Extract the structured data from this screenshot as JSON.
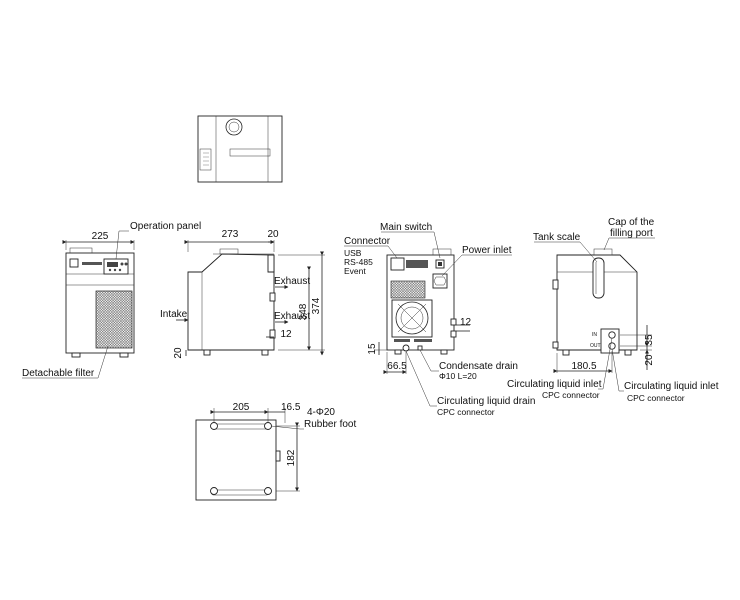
{
  "dimensions": {
    "front_width": "225",
    "side_depth": "273",
    "side_top_offset": "20",
    "side_height_inner": "348",
    "side_height_total": "374",
    "side_exhaust_gap": "12",
    "side_foot_height": "20",
    "rear_right_gap": "12",
    "rear_bottom_gap": "15",
    "rear_drain_offset": "66.5",
    "right_conn_height": "35",
    "right_conn_bottom": "20",
    "right_conn_depth": "180.5",
    "bottom_length": "205",
    "bottom_overhang": "16.5",
    "bottom_width": "182",
    "foot_spec": "4-Φ20"
  },
  "labels": {
    "operation_panel": "Operation panel",
    "detachable_filter": "Detachable filter",
    "intake": "Intake",
    "exhaust_upper": "Exhaust",
    "exhaust_lower": "Exhaust",
    "main_switch": "Main switch",
    "connector": "Connector",
    "usb": "USB",
    "rs485": "RS-485",
    "event": "Event",
    "power_inlet": "Power inlet",
    "condensate_drain": "Condensate drain",
    "condensate_spec": "Φ10 L=20",
    "circ_drain": "Circulating liquid drain",
    "cpc_drain": "CPC connector",
    "tank_scale": "Tank scale",
    "cap_line1": "Cap of the",
    "cap_line2": "filling port",
    "circ_inlet": "Circulating liquid inlet",
    "cpc_inlet": "CPC connector",
    "circ_outlet": "Circulating liquid inlet",
    "cpc_outlet": "CPC connector",
    "rubber_foot": "Rubber foot",
    "port_in": "IN",
    "port_out": "OUT"
  },
  "colors": {
    "line": "#222222",
    "background": "#ffffff"
  }
}
